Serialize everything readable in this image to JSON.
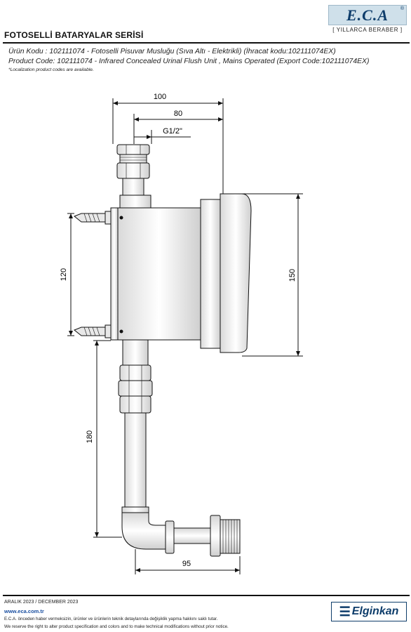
{
  "brand": {
    "logo": "E.C.A",
    "registered": "®",
    "slogan": "[ YILLARCA BERABER ]"
  },
  "header": {
    "series_title": "FOTOSELLİ BATARYALAR SERİSİ",
    "product_tr": "Ürün Kodu : 102111074 - Fotoselli Pisuvar Musluğu (Sıva Altı - Elektrikli) (İhracat kodu:102111074EX)",
    "product_en": "Product Code: 102111074 - Infrared Concealed Urinal Flush Unit , Mains Operated (Export Code:102111074EX)",
    "note": "*Localization product codes are available."
  },
  "drawing": {
    "dim_100": "100",
    "dim_80": "80",
    "thread": "G1/2\"",
    "dim_120": "120",
    "dim_150": "150",
    "dim_180": "180",
    "dim_95": "95"
  },
  "footer": {
    "date": "ARALIK 2023 / DECEMBER 2023",
    "website": "www.eca.com.tr",
    "disclaimer_tr": "E.C.A. önceden haber vermeksizin, ürünler ve ürünlerin teknik detaylarında değişiklik yapma hakkını saklı tutar.",
    "disclaimer_en": "We reserve the right to alter product specification and colors and to make technical modifications without prior notice.",
    "dealer": "Elginkan"
  }
}
